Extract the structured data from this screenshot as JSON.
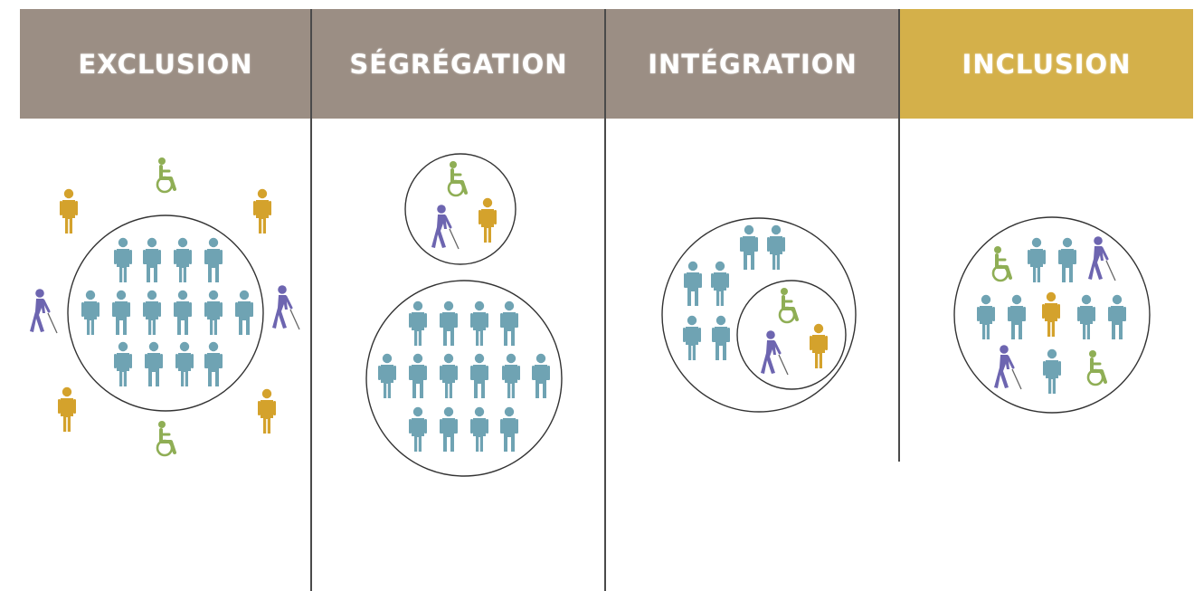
{
  "colors": {
    "header_gray": "#9b8e84",
    "header_gold": "#d4b04a",
    "person_blue": "#6fa3b3",
    "person_gold": "#d4a22c",
    "wheelchair_green": "#8fae55",
    "cane_purple": "#6d65b0"
  },
  "panels": [
    {
      "title": "EXCLUSION"
    },
    {
      "title": "SÉGRÉGATION"
    },
    {
      "title": "INTÉGRATION"
    },
    {
      "title": "INCLUSION"
    }
  ],
  "icons": {
    "person": "standing-person-icon",
    "wheelchair": "wheelchair-user-icon",
    "cane": "person-with-white-cane-icon"
  }
}
